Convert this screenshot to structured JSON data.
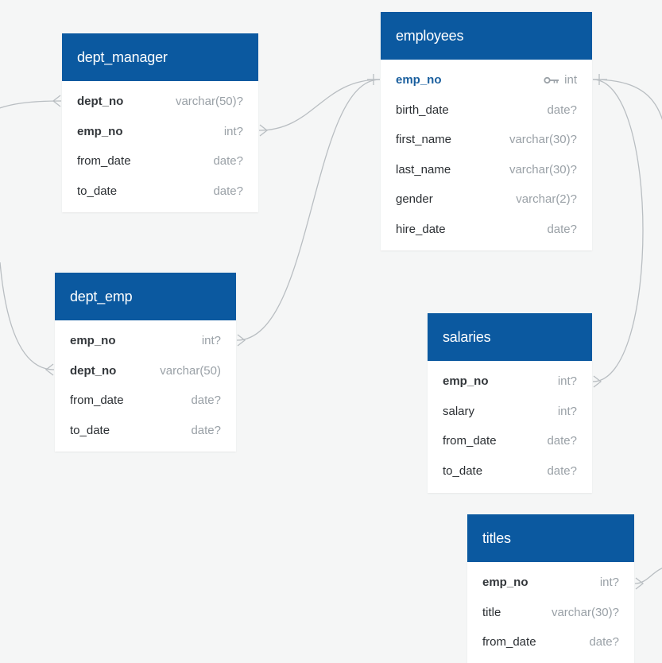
{
  "colors": {
    "header_bg": "#0b59a0",
    "canvas_bg": "#f5f6f6",
    "connector": "#b9bec2",
    "pk_text": "#1a5f9e",
    "type_text": "#9aa1a7"
  },
  "tables": [
    {
      "id": "dept_manager",
      "name": "dept_manager",
      "fields": [
        {
          "name": "dept_no",
          "type": "varchar(50)?",
          "bold": true
        },
        {
          "name": "emp_no",
          "type": "int?",
          "bold": true
        },
        {
          "name": "from_date",
          "type": "date?",
          "bold": false
        },
        {
          "name": "to_date",
          "type": "date?",
          "bold": false
        }
      ]
    },
    {
      "id": "employees",
      "name": "employees",
      "fields": [
        {
          "name": "emp_no",
          "type": "int",
          "bold": true,
          "primary_key": true,
          "icon": "key-icon"
        },
        {
          "name": "birth_date",
          "type": "date?",
          "bold": false
        },
        {
          "name": "first_name",
          "type": "varchar(30)?",
          "bold": false
        },
        {
          "name": "last_name",
          "type": "varchar(30)?",
          "bold": false
        },
        {
          "name": "gender",
          "type": "varchar(2)?",
          "bold": false
        },
        {
          "name": "hire_date",
          "type": "date?",
          "bold": false
        }
      ]
    },
    {
      "id": "dept_emp",
      "name": "dept_emp",
      "fields": [
        {
          "name": "emp_no",
          "type": "int?",
          "bold": true
        },
        {
          "name": "dept_no",
          "type": "varchar(50)",
          "bold": true
        },
        {
          "name": "from_date",
          "type": "date?",
          "bold": false
        },
        {
          "name": "to_date",
          "type": "date?",
          "bold": false
        }
      ]
    },
    {
      "id": "salaries",
      "name": "salaries",
      "fields": [
        {
          "name": "emp_no",
          "type": "int?",
          "bold": true
        },
        {
          "name": "salary",
          "type": "int?",
          "bold": false
        },
        {
          "name": "from_date",
          "type": "date?",
          "bold": false
        },
        {
          "name": "to_date",
          "type": "date?",
          "bold": false
        }
      ]
    },
    {
      "id": "titles",
      "name": "titles",
      "fields": [
        {
          "name": "emp_no",
          "type": "int?",
          "bold": true
        },
        {
          "name": "title",
          "type": "varchar(30)?",
          "bold": false
        },
        {
          "name": "from_date",
          "type": "date?",
          "bold": false
        }
      ]
    }
  ]
}
